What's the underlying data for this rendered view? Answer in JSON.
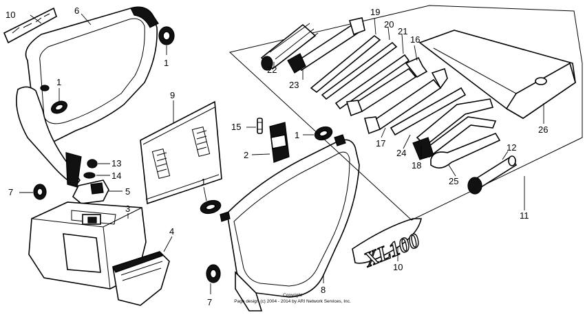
{
  "diagram": {
    "colors": {
      "line": "#000000",
      "background": "#ffffff",
      "shade": "#111111"
    },
    "callouts": [
      {
        "id": "10a",
        "text": "10"
      },
      {
        "id": "6",
        "text": "6"
      },
      {
        "id": "1a",
        "text": "1"
      },
      {
        "id": "1b",
        "text": "1"
      },
      {
        "id": "13",
        "text": "13"
      },
      {
        "id": "14",
        "text": "14"
      },
      {
        "id": "7a",
        "text": "7"
      },
      {
        "id": "5",
        "text": "5"
      },
      {
        "id": "3",
        "text": "3"
      },
      {
        "id": "4",
        "text": "4"
      },
      {
        "id": "9",
        "text": "9"
      },
      {
        "id": "15",
        "text": "15"
      },
      {
        "id": "2",
        "text": "2"
      },
      {
        "id": "1c",
        "text": "1"
      },
      {
        "id": "1d",
        "text": "1"
      },
      {
        "id": "7b",
        "text": "7"
      },
      {
        "id": "8",
        "text": "8"
      },
      {
        "id": "19",
        "text": "19"
      },
      {
        "id": "20",
        "text": "20"
      },
      {
        "id": "21",
        "text": "21"
      },
      {
        "id": "16",
        "text": "16"
      },
      {
        "id": "22",
        "text": "22"
      },
      {
        "id": "23",
        "text": "23"
      },
      {
        "id": "26",
        "text": "26"
      },
      {
        "id": "17",
        "text": "17"
      },
      {
        "id": "24",
        "text": "24"
      },
      {
        "id": "18",
        "text": "18"
      },
      {
        "id": "12",
        "text": "12"
      },
      {
        "id": "25",
        "text": "25"
      },
      {
        "id": "11",
        "text": "11"
      },
      {
        "id": "10b",
        "text": "10"
      }
    ],
    "emblem_text": "XL100",
    "copyright_line1": "Copyright",
    "copyright_line2": "Page design (c) 2004 - 2014 by ARI Network Services, Inc."
  }
}
